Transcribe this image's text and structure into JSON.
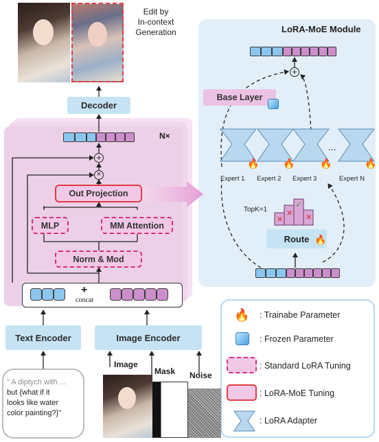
{
  "top": {
    "caption": "Edit by\nIn-context\nGeneration",
    "decoder": "Decoder"
  },
  "dit": {
    "repeat": "N×",
    "out_projection": "Out Projection",
    "mlp": "MLP",
    "mm_attention": "MM Attention",
    "norm_mod": "Norm & Mod",
    "plus_symbol": "+",
    "concat": "concat"
  },
  "encoders": {
    "text": "Text Encoder",
    "image": "Image Encoder"
  },
  "inputs": {
    "prompt": "\" A diptych with ... but {what if it looks like water color painting?}\"",
    "prompt_lines": [
      "\" A diptych with ...",
      "but {what if it",
      "looks like water",
      "color painting?}\""
    ],
    "image": "Image",
    "mask": "Mask",
    "noise": "Noise"
  },
  "moe": {
    "title": "LoRA-MoE Module",
    "base_layer": "Base Layer",
    "experts": [
      "Expert 1",
      "Expert 2",
      "Expert 3",
      "Expert N"
    ],
    "ellipsis": "...",
    "topk": "TopK=1",
    "route": "Route"
  },
  "legend": {
    "trainable": ": Trainabe Parameter",
    "frozen": ": Frozen Parameter",
    "standard_lora": ": Standard LoRA Tuning",
    "lora_moe": ": LoRA-MoE Tuning",
    "lora_adapter": ": LoRA Adapter"
  },
  "colors": {
    "token_blue": "#8cc6ee",
    "token_purple": "#cc8fcc",
    "panel_pink": "#f3d6ee",
    "panel_blue": "#e2eef8",
    "accent_red": "#e23b45",
    "lora_pink": "#f1c8e6"
  }
}
